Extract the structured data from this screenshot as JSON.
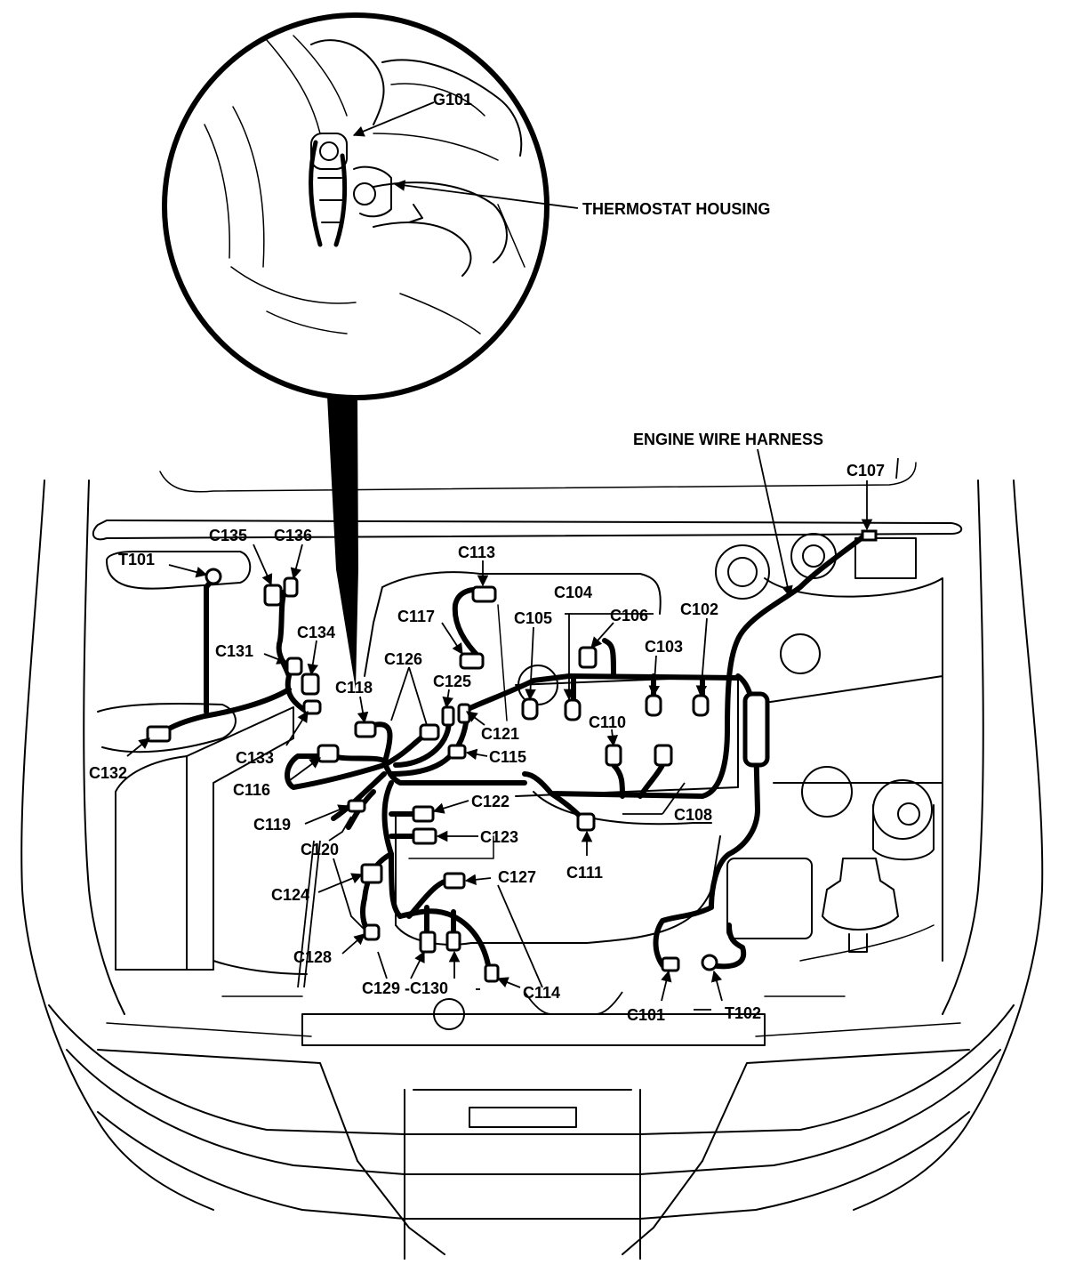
{
  "colors": {
    "ink": "#000000",
    "paper": "#ffffff"
  },
  "callouts": {
    "g101": "G101",
    "thermostat_housing": "THERMOSTAT HOUSING",
    "engine_wire_harness": "ENGINE WIRE HARNESS",
    "c101": "C101",
    "c102": "C102",
    "c103": "C103",
    "c104": "C104",
    "c105": "C105",
    "c106": "C106",
    "c107": "C107",
    "c108": "C108",
    "c110": "C110",
    "c111": "C111",
    "c113": "C113",
    "c114": "C114",
    "c115": "C115",
    "c116": "C116",
    "c117": "C117",
    "c118": "C118",
    "c119": "C119",
    "c120": "C120",
    "c121": "C121",
    "c122": "C122",
    "c123": "C123",
    "c124": "C124",
    "c125": "C125",
    "c126": "C126",
    "c127": "C127",
    "c128": "C128",
    "c129_c130": "C129 -C130",
    "c131": "C131",
    "c132": "C132",
    "c133": "C133",
    "c134": "C134",
    "c135": "C135",
    "c136": "C136",
    "t101": "T101",
    "t102": "T102"
  }
}
